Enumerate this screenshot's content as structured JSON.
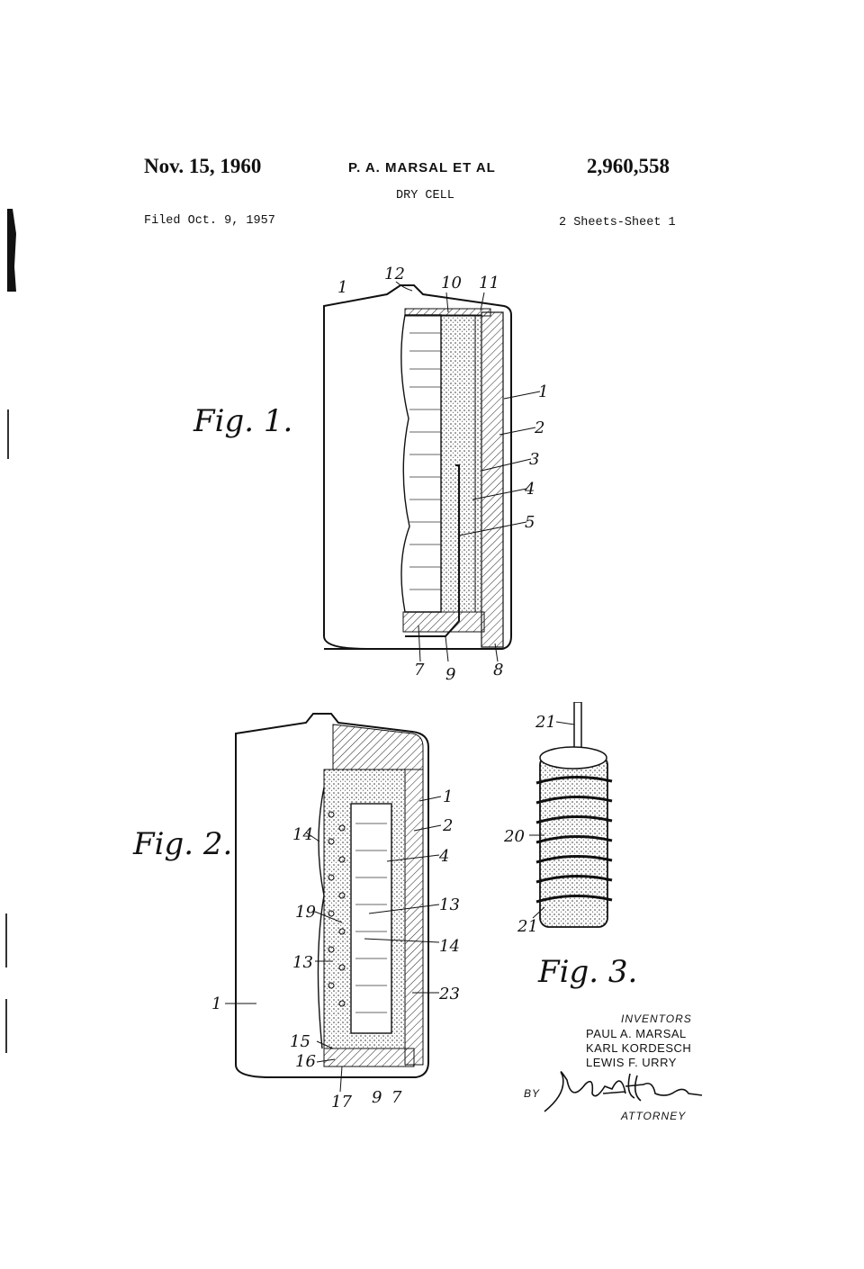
{
  "header": {
    "date": "Nov. 15, 1960",
    "inventor_line": "P. A. MARSAL ET AL",
    "patent_number": "2,960,558",
    "title": "DRY CELL",
    "filed": "Filed Oct. 9, 1957",
    "sheets": "2 Sheets-Sheet 1"
  },
  "figures": {
    "fig1": "Fig. 1.",
    "fig2": "Fig. 2.",
    "fig3": "Fig. 3."
  },
  "fig1_labels": [
    "1",
    "12",
    "10",
    "11",
    "1",
    "2",
    "3",
    "4",
    "5",
    "7",
    "9",
    "8"
  ],
  "fig2_labels": [
    "1",
    "2",
    "4",
    "14",
    "19",
    "13",
    "13",
    "14",
    "23",
    "1",
    "15",
    "16",
    "17",
    "9",
    "7"
  ],
  "fig3_labels": [
    "21",
    "20",
    "21"
  ],
  "inventors": {
    "heading": "INVENTORS",
    "names": [
      "PAUL A. MARSAL",
      "KARL KORDESCH",
      "LEWIS F. URRY"
    ],
    "by": "BY",
    "attorney": "ATTORNEY"
  }
}
